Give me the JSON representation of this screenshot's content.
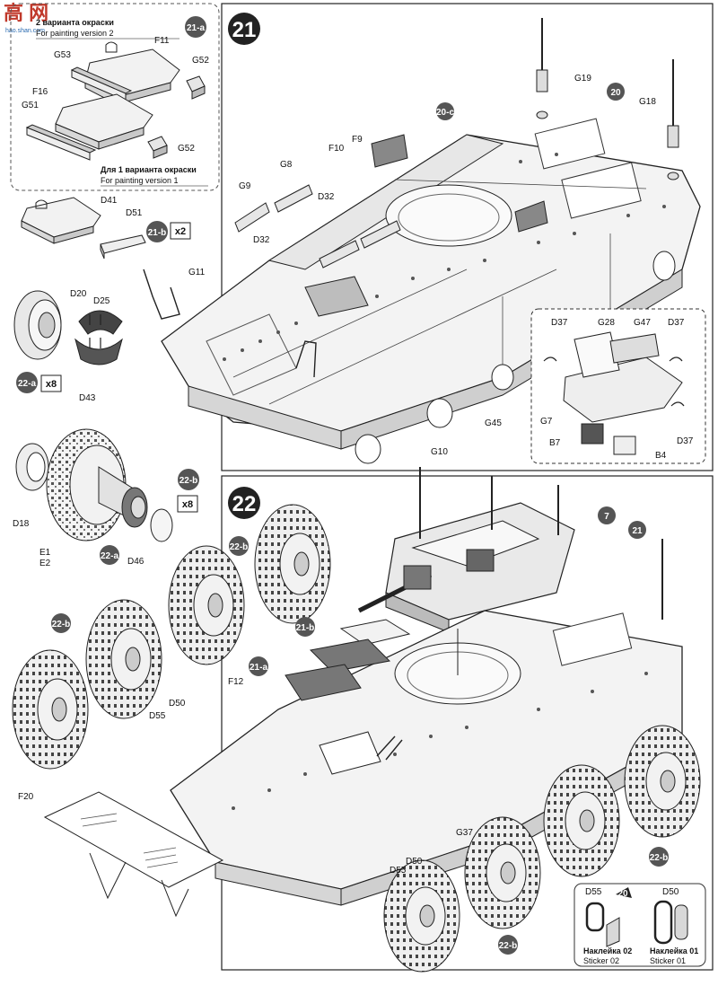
{
  "watermark": {
    "main": "高 网",
    "sub": "hao.shan.com"
  },
  "inset_painting_v2": {
    "ref": "21-a",
    "caption_ru": "2 варианта окраски",
    "caption_en": "For painting version 2",
    "parts": [
      "F11",
      "G53",
      "G52",
      "F16",
      "G51",
      "G52"
    ]
  },
  "inset_painting_v1": {
    "caption_ru": "Для 1 варианта окраски",
    "caption_en": "For painting version 1"
  },
  "sub_21b": {
    "ref": "21-b",
    "multiplier": "x2",
    "parts": [
      "D41",
      "D51"
    ]
  },
  "sub_22a": {
    "ref": "22-a",
    "multiplier": "x8",
    "parts": [
      "D20",
      "D25",
      "D43"
    ]
  },
  "sub_22b": {
    "ref": "22-b",
    "multiplier": "x8",
    "parts": [
      "D18",
      "E1",
      "E2",
      "D46"
    ],
    "inner_ref": "22-a"
  },
  "step21": {
    "number": "21",
    "ref_bubbles": [
      "20-c",
      "20"
    ],
    "labels": [
      "G19",
      "G18",
      "F10",
      "F9",
      "G8",
      "G9",
      "D32",
      "D32",
      "G11",
      "G45",
      "G10"
    ],
    "detail_labels": [
      "D37",
      "G28",
      "G47",
      "D37",
      "G7",
      "D37",
      "B7",
      "B4"
    ]
  },
  "step22": {
    "number": "22",
    "ref_bubbles": [
      "7",
      "21",
      "21-b",
      "21-a",
      "22-b",
      "22-b",
      "22-b",
      "22-b",
      "22-b"
    ],
    "labels": [
      "F12",
      "D50",
      "D55",
      "F20",
      "G37",
      "D50",
      "D55"
    ],
    "stickers": {
      "ref": "20",
      "items": [
        {
          "part": "D55",
          "ru": "Наклейка 02",
          "en": "Sticker 02"
        },
        {
          "part": "D50",
          "ru": "Наклейка 01",
          "en": "Sticker 01"
        }
      ]
    }
  }
}
